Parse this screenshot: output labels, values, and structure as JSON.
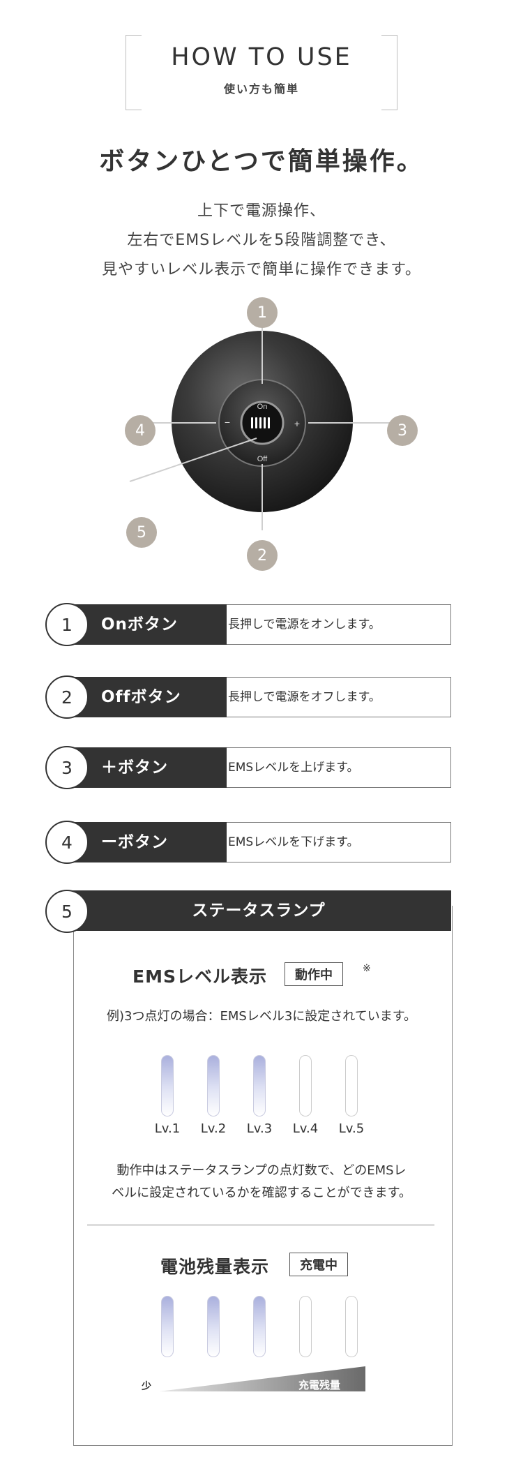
{
  "header": {
    "title": "HOW TO USE",
    "subtitle": "使い方も簡単"
  },
  "headline": "ボタンひとつで簡単操作。",
  "description": [
    "上下で電源操作、",
    "左右でEMSレベルを5段階調整でき、",
    "見やすいレベル表示で簡単に操作できます。"
  ],
  "device": {
    "on_label": "On",
    "off_label": "Off",
    "plus": "+",
    "minus": "−",
    "markers": [
      "1",
      "2",
      "3",
      "4",
      "5"
    ]
  },
  "buttons": [
    {
      "num": "1",
      "label": "Onボタン",
      "desc": "長押しで電源をオンします。"
    },
    {
      "num": "2",
      "label": "Offボタン",
      "desc": "長押しで電源をオフします。"
    },
    {
      "num": "3",
      "label": "＋ボタン",
      "desc": "EMSレベルを上げます。"
    },
    {
      "num": "4",
      "label": "ーボタン",
      "desc": "EMSレベルを下げます。"
    }
  ],
  "lamp": {
    "num": "5",
    "title": "ステータスランプ",
    "ems": {
      "title": "EMSレベル表示",
      "tag": "動作中",
      "note": "※",
      "example": "例)3つ点灯の場合：EMSレベル3に設定されています。",
      "levels": [
        "Lv.1",
        "Lv.2",
        "Lv.3",
        "Lv.4",
        "Lv.5"
      ],
      "lit_count": 3,
      "explain": [
        "動作中はステータスランプの点灯数で、どのEMSレ",
        "ベルに設定されているかを確認することができます。"
      ]
    },
    "battery": {
      "title": "電池残量表示",
      "tag": "充電中",
      "lit_count": 3,
      "low_label": "少",
      "gauge_label": "充電残量"
    }
  },
  "colors": {
    "dark": "#333333",
    "marker": "#b6aea4",
    "lamp_lit": "#aab0dd"
  }
}
